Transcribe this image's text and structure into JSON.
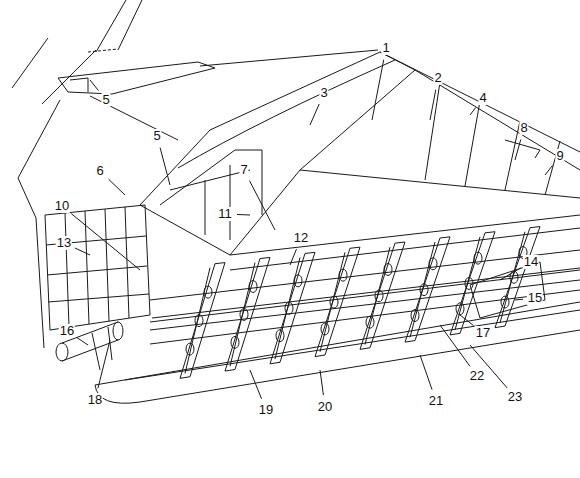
{
  "diagram": {
    "labels": [
      "1",
      "2",
      "3",
      "4",
      "5",
      "5",
      "6",
      "7",
      "8",
      "9",
      "10",
      "11",
      "12",
      "13",
      "14",
      "15",
      "16",
      "17",
      "18",
      "19",
      "20",
      "21",
      "22",
      "23"
    ]
  }
}
